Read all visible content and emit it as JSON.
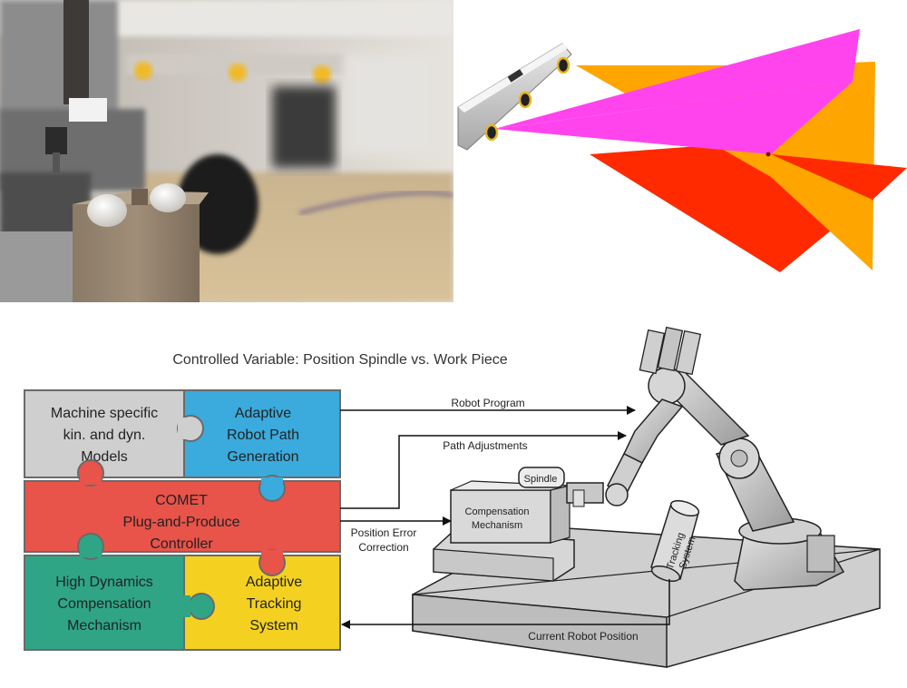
{
  "photo": {},
  "sensor": {},
  "diagram": {
    "title": "Controlled Variable: Position Spindle vs. Work Piece",
    "puzzle": {
      "machine_models": [
        "Machine specific",
        "kin. and dyn.",
        "Models"
      ],
      "adaptive_path": [
        "Adaptive",
        "Robot Path",
        "Generation"
      ],
      "comet": [
        "COMET",
        "Plug-and-Produce",
        "Controller"
      ],
      "high_dynamics": [
        "High Dynamics",
        "Compensation",
        "Mechanism"
      ],
      "adaptive_tracking": [
        "Adaptive",
        "Tracking",
        "System"
      ]
    },
    "arrows": {
      "robot_program": "Robot Program",
      "path_adjustments": "Path Adjustments",
      "position_error": [
        "Position Error",
        "Correction"
      ],
      "current_position": "Current Robot Position"
    },
    "machine_labels": {
      "spindle": "Spindle",
      "compensation": [
        "Compensation",
        "Mechanism"
      ],
      "tracking": [
        "Tracking",
        "System"
      ]
    },
    "colors": {
      "gray_piece": "#cfcfcf",
      "blue_piece": "#3aabdc",
      "red_piece": "#e8534a",
      "green_piece": "#2fa586",
      "yellow_piece": "#f4d121"
    }
  }
}
